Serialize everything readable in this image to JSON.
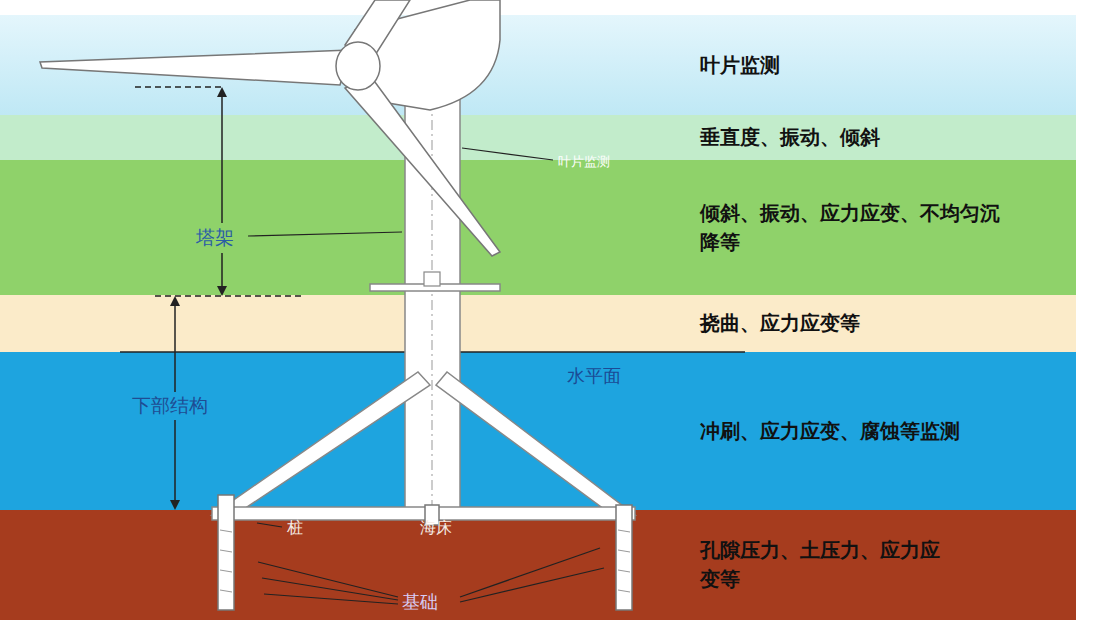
{
  "diagram": {
    "nodes": [
      {
        "text": [
          "叶片监测"
        ]
      },
      {
        "text": [
          "垂直度、振动、倾斜"
        ]
      },
      {
        "text": [
          "倾斜、振动、应力应变、不均匀沉降等"
        ]
      },
      {
        "text": [
          "挠曲、应力应变等"
        ]
      },
      {
        "text": [
          "冲刷、应力应变、腐蚀等监测"
        ]
      },
      {
        "text": [
          "孔隙压力、土压力、应力应变等"
        ]
      }
    ],
    "labels": [
      "叶片监测",
      "塔架",
      "下部结构",
      "水平面",
      "桩",
      "海床",
      "基础"
    ]
  }
}
